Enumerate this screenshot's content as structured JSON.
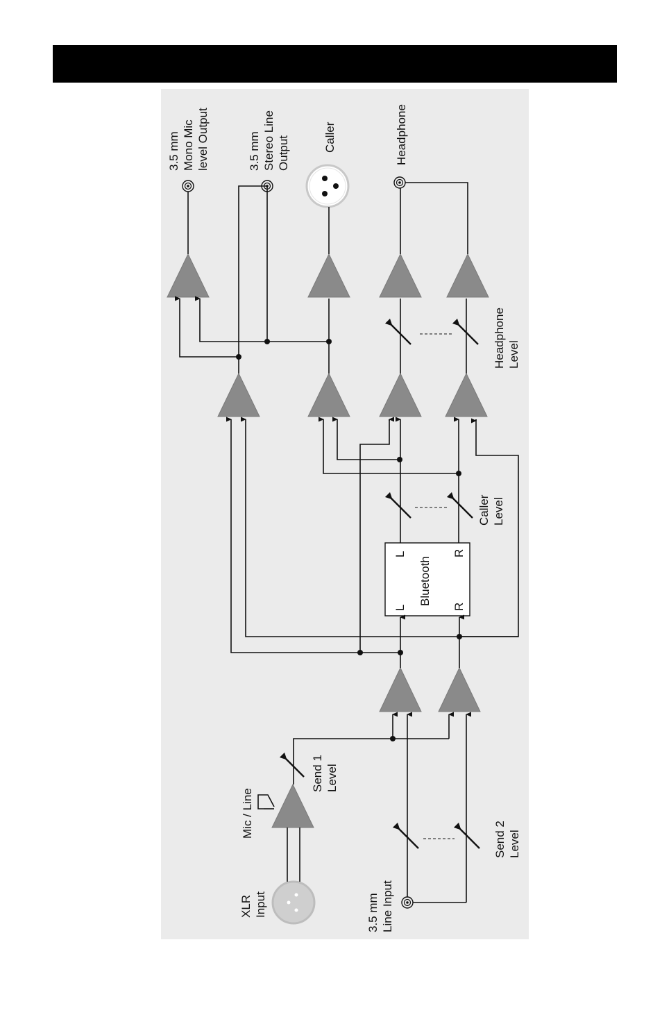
{
  "header": {
    "title": ""
  },
  "labels": {
    "mono_out_1": "3.5 mm",
    "mono_out_2": "Mono Mic",
    "mono_out_3": "level Output",
    "stereo_out_1": "3.5 mm",
    "stereo_out_2": "Stereo Line",
    "stereo_out_3": "Output",
    "caller": "Caller",
    "headphone": "Headphone",
    "headphone_level_1": "Headphone",
    "headphone_level_2": "Level",
    "caller_level_1": "Caller",
    "caller_level_2": "Level",
    "bluetooth": "Bluetooth",
    "bt_l": "L",
    "bt_r": "R",
    "mic_line": "Mic / Line",
    "send1_1": "Send 1",
    "send1_2": "Level",
    "send2_1": "Send 2",
    "send2_2": "Level",
    "xlr_1": "XLR",
    "xlr_2": "Input",
    "line_in_1": "3.5 mm",
    "line_in_2": "Line Input"
  },
  "colors": {
    "amplifier_fill": "#8a8a8a",
    "panel_bg": "#ebebeb",
    "header_bar": "#000000"
  }
}
